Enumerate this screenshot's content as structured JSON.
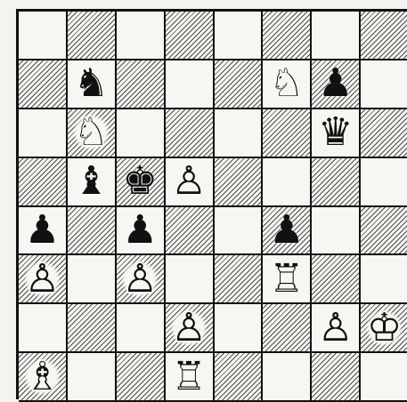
{
  "board": {
    "title": "",
    "size": 8,
    "orientation": "white-at-bottom",
    "colors": {
      "ink": "#111111",
      "paper": "#f7f6f2",
      "hatch": "#4a4a4a"
    },
    "pieces": [
      {
        "square": "b7",
        "color": "black",
        "type": "knight",
        "glyph": "♞"
      },
      {
        "square": "f7",
        "color": "white",
        "type": "knight",
        "glyph": "♘"
      },
      {
        "square": "g7",
        "color": "black",
        "type": "pawn",
        "glyph": "♟"
      },
      {
        "square": "b6",
        "color": "white",
        "type": "knight",
        "glyph": "♘"
      },
      {
        "square": "g6",
        "color": "black",
        "type": "queen",
        "glyph": "♛"
      },
      {
        "square": "b5",
        "color": "black",
        "type": "bishop",
        "glyph": "♝"
      },
      {
        "square": "c5",
        "color": "black",
        "type": "king",
        "glyph": "♚"
      },
      {
        "square": "d5",
        "color": "white",
        "type": "pawn",
        "glyph": "♙"
      },
      {
        "square": "a4",
        "color": "black",
        "type": "pawn",
        "glyph": "♟"
      },
      {
        "square": "c4",
        "color": "black",
        "type": "pawn",
        "glyph": "♟"
      },
      {
        "square": "f4",
        "color": "black",
        "type": "pawn",
        "glyph": "♟"
      },
      {
        "square": "a3",
        "color": "white",
        "type": "pawn",
        "glyph": "♙"
      },
      {
        "square": "c3",
        "color": "white",
        "type": "pawn",
        "glyph": "♙"
      },
      {
        "square": "f3",
        "color": "white",
        "type": "rook",
        "glyph": "♖"
      },
      {
        "square": "d2",
        "color": "white",
        "type": "pawn",
        "glyph": "♙"
      },
      {
        "square": "g2",
        "color": "white",
        "type": "pawn",
        "glyph": "♙"
      },
      {
        "square": "h2",
        "color": "white",
        "type": "king",
        "glyph": "♔"
      },
      {
        "square": "a1",
        "color": "white",
        "type": "bishop",
        "glyph": "♗"
      },
      {
        "square": "d1",
        "color": "white",
        "type": "rook",
        "glyph": "♖"
      }
    ]
  }
}
